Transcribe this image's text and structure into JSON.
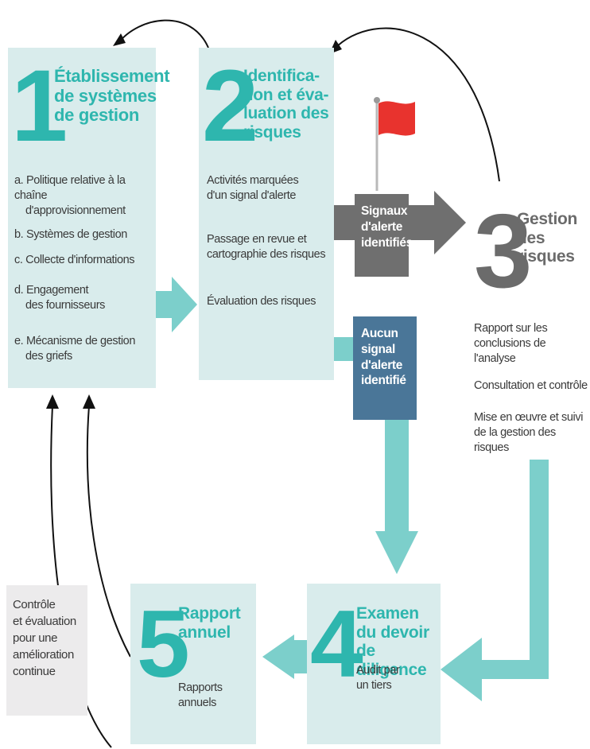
{
  "step1": {
    "number": "1",
    "title_lines": [
      "Établissement",
      "de systèmes",
      "de gestion"
    ],
    "items": [
      {
        "prefix": "a.",
        "lines": [
          "Politique relative à la chaîne",
          "d'approvisionnement"
        ]
      },
      {
        "prefix": "b.",
        "lines": [
          "Systèmes de gestion"
        ]
      },
      {
        "prefix": "c.",
        "lines": [
          "Collecte d'informations"
        ]
      },
      {
        "prefix": "d.",
        "lines": [
          "Engagement",
          "des fournisseurs"
        ]
      },
      {
        "prefix": "e.",
        "lines": [
          "Mécanisme de gestion",
          "des griefs"
        ]
      }
    ]
  },
  "step2": {
    "number": "2",
    "title_lines": [
      "Identifica-",
      "tion et éva-",
      "luation des",
      "risques"
    ],
    "items": [
      [
        "Activités marquées",
        "d'un signal d'alerte"
      ],
      [
        "Passage en revue et",
        "cartographie des risques"
      ],
      [
        "Évaluation des risques"
      ]
    ]
  },
  "signal_found": {
    "lines": [
      "Signaux",
      "d'alerte",
      "identifiés"
    ]
  },
  "no_signal": {
    "lines": [
      "Aucun",
      "signal",
      "d'alerte",
      "identifié"
    ]
  },
  "step3": {
    "number": "3",
    "title_lines": [
      "Gestion",
      "des",
      "risques"
    ],
    "items": [
      [
        "Rapport sur les",
        "conclusions de l'analyse"
      ],
      [
        "Consultation et contrôle"
      ],
      [
        "Mise en œuvre et suivi",
        "de la gestion des risques"
      ]
    ]
  },
  "step4": {
    "number": "4",
    "title_lines": [
      "Examen",
      "du devoir",
      "de diligence"
    ],
    "sub_lines": [
      "Audit par",
      "un tiers"
    ]
  },
  "step5": {
    "number": "5",
    "title_lines": [
      "Rapport",
      "annuel"
    ],
    "sub_lines": [
      "Rapports",
      "annuels"
    ]
  },
  "continuous": {
    "lines": [
      "Contrôle",
      "et évaluation",
      "pour une",
      "amélioration",
      "continue"
    ]
  },
  "colors": {
    "panel": "#d9ecec",
    "teal": "#2eb6ae",
    "arrow_teal": "#7ccfcb",
    "gray_arrow": "#6f6f6f",
    "navy_box": "#4a7698",
    "flag_red": "#e8332e",
    "side_box": "#ecebec"
  }
}
